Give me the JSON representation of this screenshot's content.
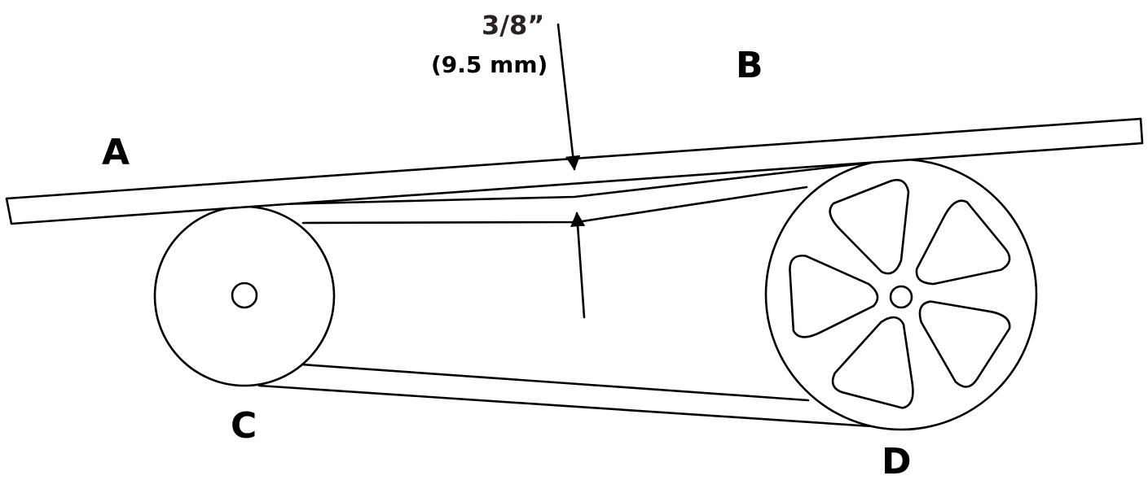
{
  "labels": {
    "a": "A",
    "b": "B",
    "c": "C",
    "d": "D"
  },
  "measurement": {
    "imperial": "3/8”",
    "metric": "(9.5 mm)"
  }
}
